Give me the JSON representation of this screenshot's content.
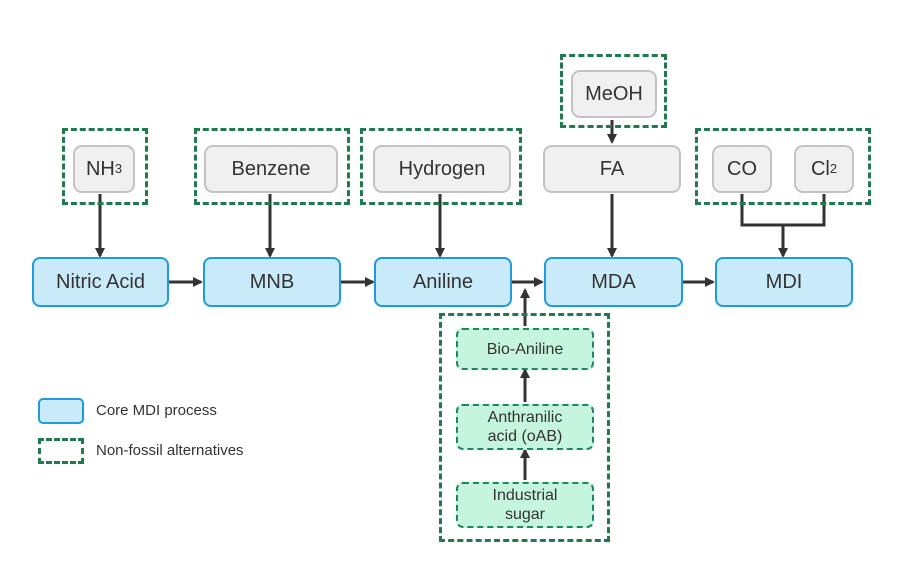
{
  "core_nodes": {
    "nitric_acid": "Nitric Acid",
    "mnb": "MNB",
    "aniline": "Aniline",
    "mda": "MDA",
    "mdi": "MDI"
  },
  "feed_nodes": {
    "nh3_base": "NH",
    "nh3_sub": "3",
    "benzene": "Benzene",
    "hydrogen": "Hydrogen",
    "meoh": "MeOH",
    "fa": "FA",
    "co": "CO",
    "cl2_base": "Cl",
    "cl2_sub": "2"
  },
  "bio_nodes": {
    "bio_aniline": "Bio-Aniline",
    "anthranilic_line1": "Anthranilic",
    "anthranilic_line2": "acid (oAB)",
    "sugar_line1": "Industrial",
    "sugar_line2": "sugar"
  },
  "legend": {
    "core": "Core MDI process",
    "alternatives": "Non-fossil alternatives"
  },
  "colors": {
    "core_fill": "#c9eaf9",
    "core_border": "#1e9ade",
    "feed_fill": "#f0f0f0",
    "feed_border": "#c3c3c3",
    "bio_fill": "#c5f4df",
    "dash_green": "#1f7a4f",
    "arrow": "#333333"
  }
}
